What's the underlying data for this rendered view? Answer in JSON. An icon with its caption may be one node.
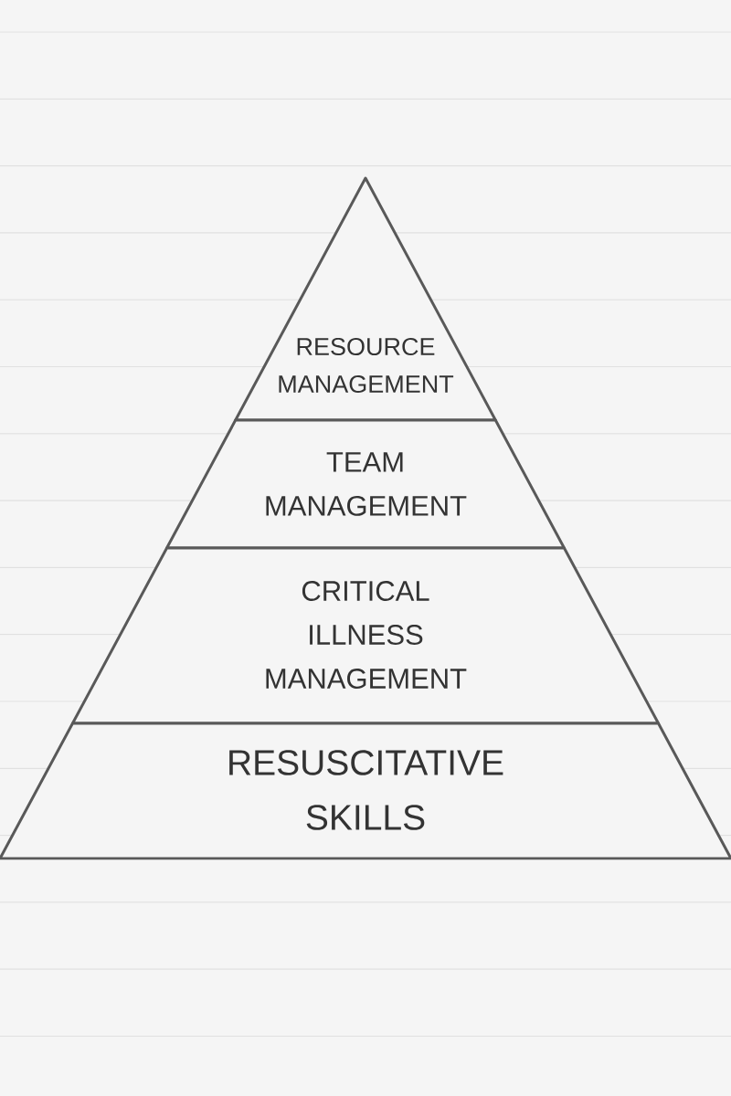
{
  "diagram": {
    "nodes": [
      {
        "text": [
          "RESOURCE MANAGEMENT"
        ]
      },
      {
        "text": [
          "TEAM MANAGEMENT"
        ]
      },
      {
        "text": [
          "CRITICAL ILLNESS MANAGEMENT"
        ]
      },
      {
        "text": [
          "RESUSCITATIVE SKILLS"
        ]
      }
    ]
  }
}
